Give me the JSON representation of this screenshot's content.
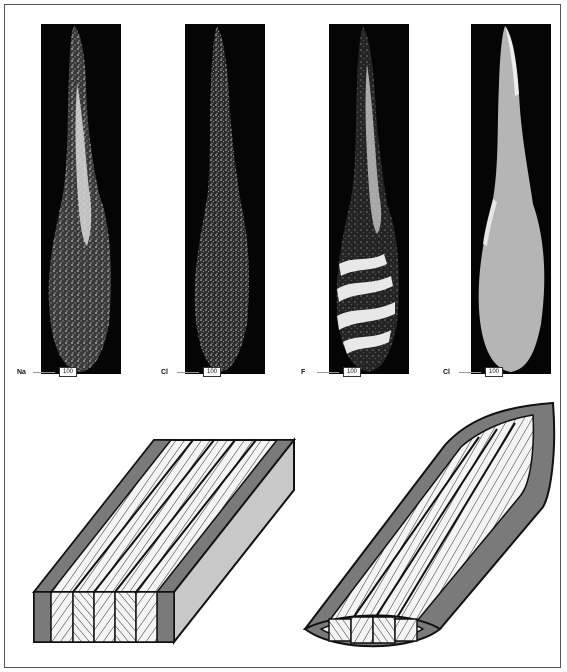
{
  "figure": {
    "panels": [
      {
        "element": "Na",
        "scale": "100",
        "style": "speckle-bright-core"
      },
      {
        "element": "Cl",
        "scale": "100",
        "style": "speckle-dense"
      },
      {
        "element": "F",
        "scale": "100",
        "style": "banded-dark"
      },
      {
        "element": "Cl",
        "scale": "100",
        "style": "uniform-grey"
      }
    ],
    "diagrams": [
      {
        "name": "rectangular-prism-laminate"
      },
      {
        "name": "tapered-lens-laminate"
      }
    ],
    "colors": {
      "panel_background": "#050505",
      "cladding": "#7a7a7a",
      "cladding_side": "#c8c8c8",
      "fiber_fill": "#f4f4f4"
    }
  }
}
